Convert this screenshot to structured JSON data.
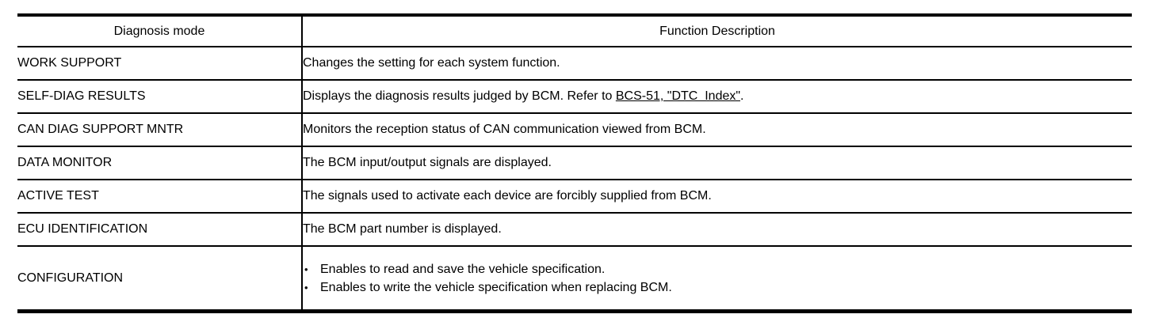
{
  "table": {
    "headers": [
      "Diagnosis mode",
      "Function Description"
    ],
    "bullet_glyph": "•",
    "rows": [
      {
        "mode": "WORK SUPPORT",
        "description": "Changes the setting for each system function."
      },
      {
        "mode": "SELF-DIAG RESULTS",
        "description_prefix": "Displays the diagnosis results judged by BCM. Refer to ",
        "link": "BCS-51, \"DTC  Index\"",
        "description_suffix": "."
      },
      {
        "mode": "CAN DIAG SUPPORT MNTR",
        "description": "Monitors the reception status of CAN communication viewed from BCM."
      },
      {
        "mode": "DATA MONITOR",
        "description": "The BCM input/output signals are displayed."
      },
      {
        "mode": "ACTIVE TEST",
        "description": "The signals used to activate each device are forcibly supplied from BCM."
      },
      {
        "mode": "ECU IDENTIFICATION",
        "description": "The BCM part number is displayed."
      },
      {
        "mode": "CONFIGURATION",
        "bullets": [
          "Enables to read and save the vehicle specification.",
          "Enables to write the vehicle specification when replacing BCM."
        ]
      }
    ]
  }
}
